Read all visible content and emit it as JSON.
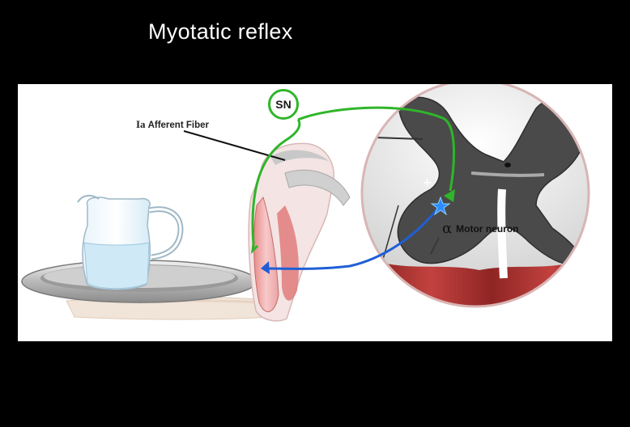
{
  "title": "Myotatic reflex",
  "diagram": {
    "afferent_label_roman": "Ia",
    "afferent_label_text": "Afferent Fiber",
    "sensory_neuron_label": "SN",
    "motor_neuron_symbol": "α",
    "motor_neuron_text": "Motor neuron",
    "synapse_sign": "+"
  },
  "colors": {
    "background": "#000000",
    "panel": "#ffffff",
    "sensory_pathway": "#2fb52a",
    "motor_pathway": "#1f5fd6",
    "motor_neuron_star": "#2a8cff",
    "gray_matter": "#4a4a4a",
    "white_matter": "#e9e9e9",
    "spinal_cord_outer": "#a8302f",
    "muscle": "#f2b3b3",
    "water": "#cfe9f6"
  }
}
